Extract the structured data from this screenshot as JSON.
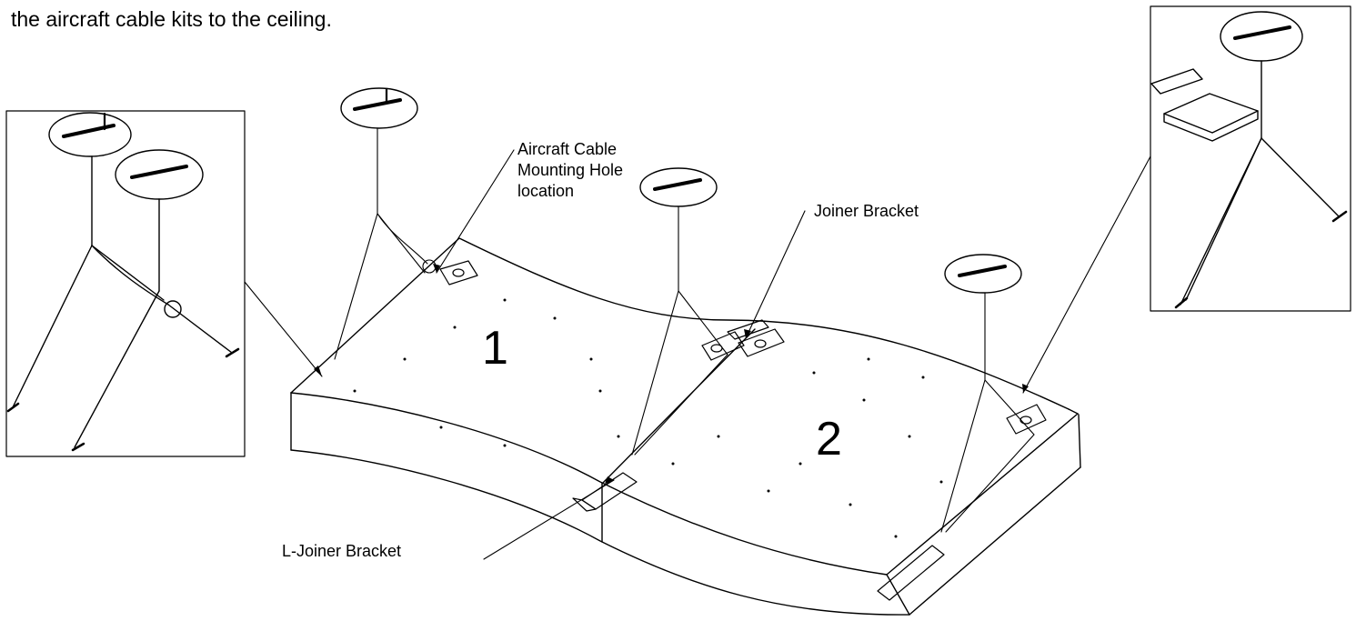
{
  "intro_text": "the aircraft cable kits to the ceiling.",
  "labels": {
    "aircraft_cable_line1": "Aircraft Cable",
    "aircraft_cable_line2": "Mounting Hole",
    "aircraft_cable_line3": "location",
    "joiner_bracket": "Joiner Bracket",
    "l_joiner_bracket": "L-Joiner Bracket"
  },
  "panel_numbers": {
    "panel1": "1",
    "panel2": "2"
  },
  "colors": {
    "line": "#000000",
    "background": "#ffffff"
  }
}
